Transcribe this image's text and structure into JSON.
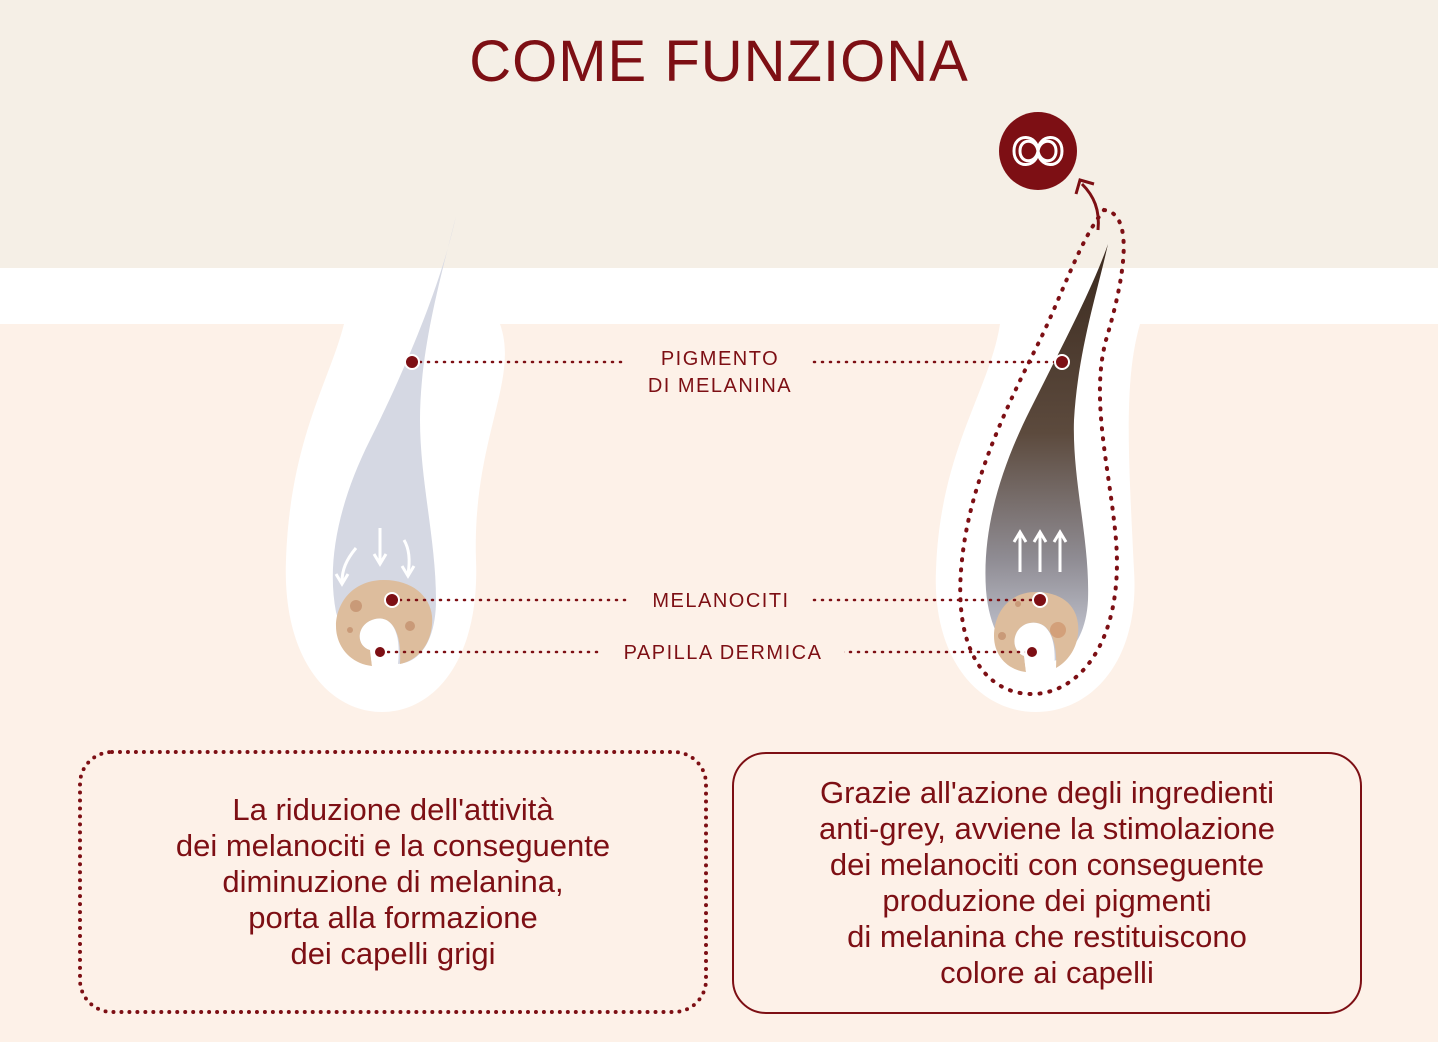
{
  "title": "COME FUNZIONA",
  "labels": {
    "pigment": "PIGMENTO\nDI MELANINA",
    "melanocytes": "MELANOCITI",
    "papilla": "PAPILLA DERMICA"
  },
  "descriptions": {
    "grey_hair": "La riduzione dell'attività\ndei melanociti e la conseguente\ndiminuzione di melanina,\nporta alla formazione\ndei capelli grigi",
    "colored_hair": "Grazie all'azione degli ingredienti\nanti-grey, avviene la stimolazione\ndei melanociti con conseguente\nproduzione dei pigmenti\ndi melanina che restituiscono\ncolore ai capelli"
  },
  "icons": {
    "badge": "infinity-knot-icon",
    "arrow": "curved-arrow-icon"
  },
  "colors": {
    "accent": "#7d0f14",
    "grey_hair": "#d5d8e3",
    "dark_hair": "#4a3528",
    "bulb": "#ddbd9d",
    "background": "#fdf1e8",
    "top_band": "#f5efe6"
  }
}
